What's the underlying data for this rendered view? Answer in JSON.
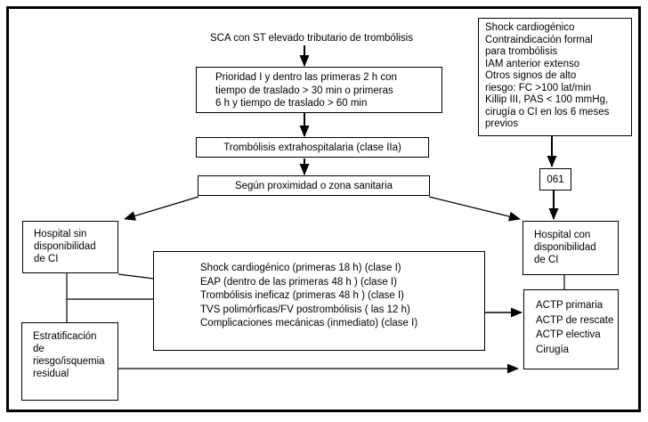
{
  "colors": {
    "line": "#000000",
    "background": "#ffffff",
    "text": "#000000"
  },
  "flowchart": {
    "start_label": "SCA con ST elevado tributario de trombólisis",
    "nodes": {
      "priority": "Prioridad I y dentro las primeras 2 h con\ntiempo de traslado > 30 min o primeras\n6 h y tiempo de traslado > 60 min",
      "thrombolysis": "Trombólisis extrahospitalaria (clase IIa)",
      "proximity": "Según proximidad o zona sanitaria",
      "high_risk": "Shock cardiogénico\nContraindicación formal\npara trombólisis\nIAM anterior extenso\nOtros signos de alto\nriesgo: FC >100 lat/min\nKillip III, PAS < 100 mmHg,\ncirugía o CI en los 6 meses\nprevios",
      "emergency_number": "061",
      "hospital_without": "Hospital sin\ndisponibilidad\nde CI",
      "hospital_with": "Hospital con\ndisponibilidad\nde CI",
      "indications": "Shock cardiogénico (primeras 18 h) (clase I)\nEAP (dentro de las primeras 48 h ) (clase I)\nTrombólisis ineficaz (primeras 48 h ) (clase I)\nTVS polimórficas/FV postrombólisis ( las 12 h)\nComplicaciones mecánicas (inmediato) (clase I)",
      "stratification": "Estratificación\nde\nriesgo/isquemia\nresidual",
      "actp": "ACTP primaria\nACTP de rescate\nACTP electiva\nCirugía"
    }
  }
}
